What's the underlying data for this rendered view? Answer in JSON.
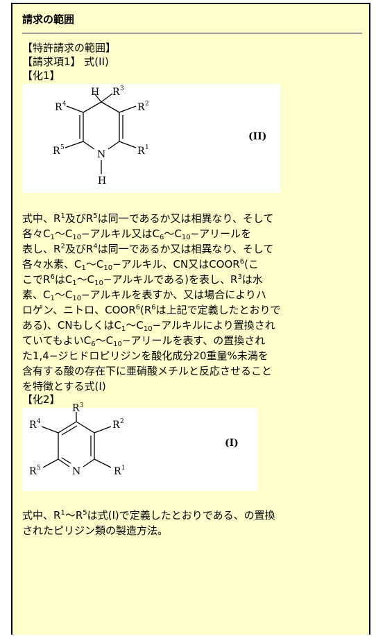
{
  "section_title": "請求の範囲",
  "header_lines": [
    "【特許請求の範囲】",
    "【請求項1】 式(II)",
    "【化1】"
  ],
  "formula2": {
    "label": "(II)",
    "atoms": {
      "H_top": "H",
      "R3": "R",
      "R3_sub": "3",
      "R4": "R",
      "R4_sub": "4",
      "R2": "R",
      "R2_sub": "2",
      "R5": "R",
      "R5_sub": "5",
      "N": "N",
      "H_nh_top": "H",
      "R1": "R",
      "R1_sub": "1",
      "H_bottom": "H"
    }
  },
  "paragraph1_lines": [
    [
      "式中、R",
      {
        "sup": "1"
      },
      "及びR",
      {
        "sup": "5"
      },
      "は同一であるか又は相異なり、そして"
    ],
    [
      "各々C",
      {
        "sub": "1"
      },
      "〜C",
      {
        "sub": "10"
      },
      "−アルキル又はC",
      {
        "sub": "6"
      },
      "〜C",
      {
        "sub": "10"
      },
      "−アリールを"
    ],
    [
      "表し、R",
      {
        "sup": "2"
      },
      "及びR",
      {
        "sup": "4"
      },
      "は同一であるか又は相異なり、そして"
    ],
    [
      "各々水素、C",
      {
        "sub": "1"
      },
      "〜C",
      {
        "sub": "10"
      },
      "−アルキル、CN又はCOOR",
      {
        "sup": "6"
      },
      "(こ"
    ],
    [
      "こでR",
      {
        "sup": "6"
      },
      "はC",
      {
        "sub": "1"
      },
      "〜C",
      {
        "sub": "10"
      },
      "−アルキルである)を表し、R",
      {
        "sup": "3"
      },
      "は水"
    ],
    [
      "素、C",
      {
        "sub": "1"
      },
      "〜C",
      {
        "sub": "10"
      },
      "−アルキルを表すか、又は場合によりハ"
    ],
    [
      "ロゲン、ニトロ、COOR",
      {
        "sup": "6"
      },
      "(R",
      {
        "sup": "6"
      },
      "は上記で定義したとおりで"
    ],
    [
      "ある)、CNもしくはC",
      {
        "sub": "1"
      },
      "〜C",
      {
        "sub": "10"
      },
      "−アルキルにより置換され"
    ],
    [
      "ていてもよいC",
      {
        "sub": "6"
      },
      "〜C",
      {
        "sub": "10"
      },
      "−アリールを表す、の置換され"
    ],
    [
      "た1,4−ジヒドロピリジンを酸化成分20重量%未満を"
    ],
    [
      "含有する酸の存在下に亜硝酸メチルと反応させること"
    ],
    [
      "を特徴とする式(I)"
    ]
  ],
  "chem2_label": "【化2】",
  "formula1": {
    "label": "(I)",
    "atoms": {
      "R3": "R",
      "R3_sub": "3",
      "R4": "R",
      "R4_sub": "4",
      "R2": "R",
      "R2_sub": "2",
      "R5": "R",
      "R5_sub": "5",
      "N": "N",
      "R1": "R",
      "R1_sub": "1"
    }
  },
  "paragraph2_lines": [
    [
      "式中、R",
      {
        "sup": "1"
      },
      "〜R",
      {
        "sup": "5"
      },
      "は式(I)で定義したとおりである、の置換"
    ],
    [
      "されたピリジン類の製造方法。"
    ]
  ]
}
